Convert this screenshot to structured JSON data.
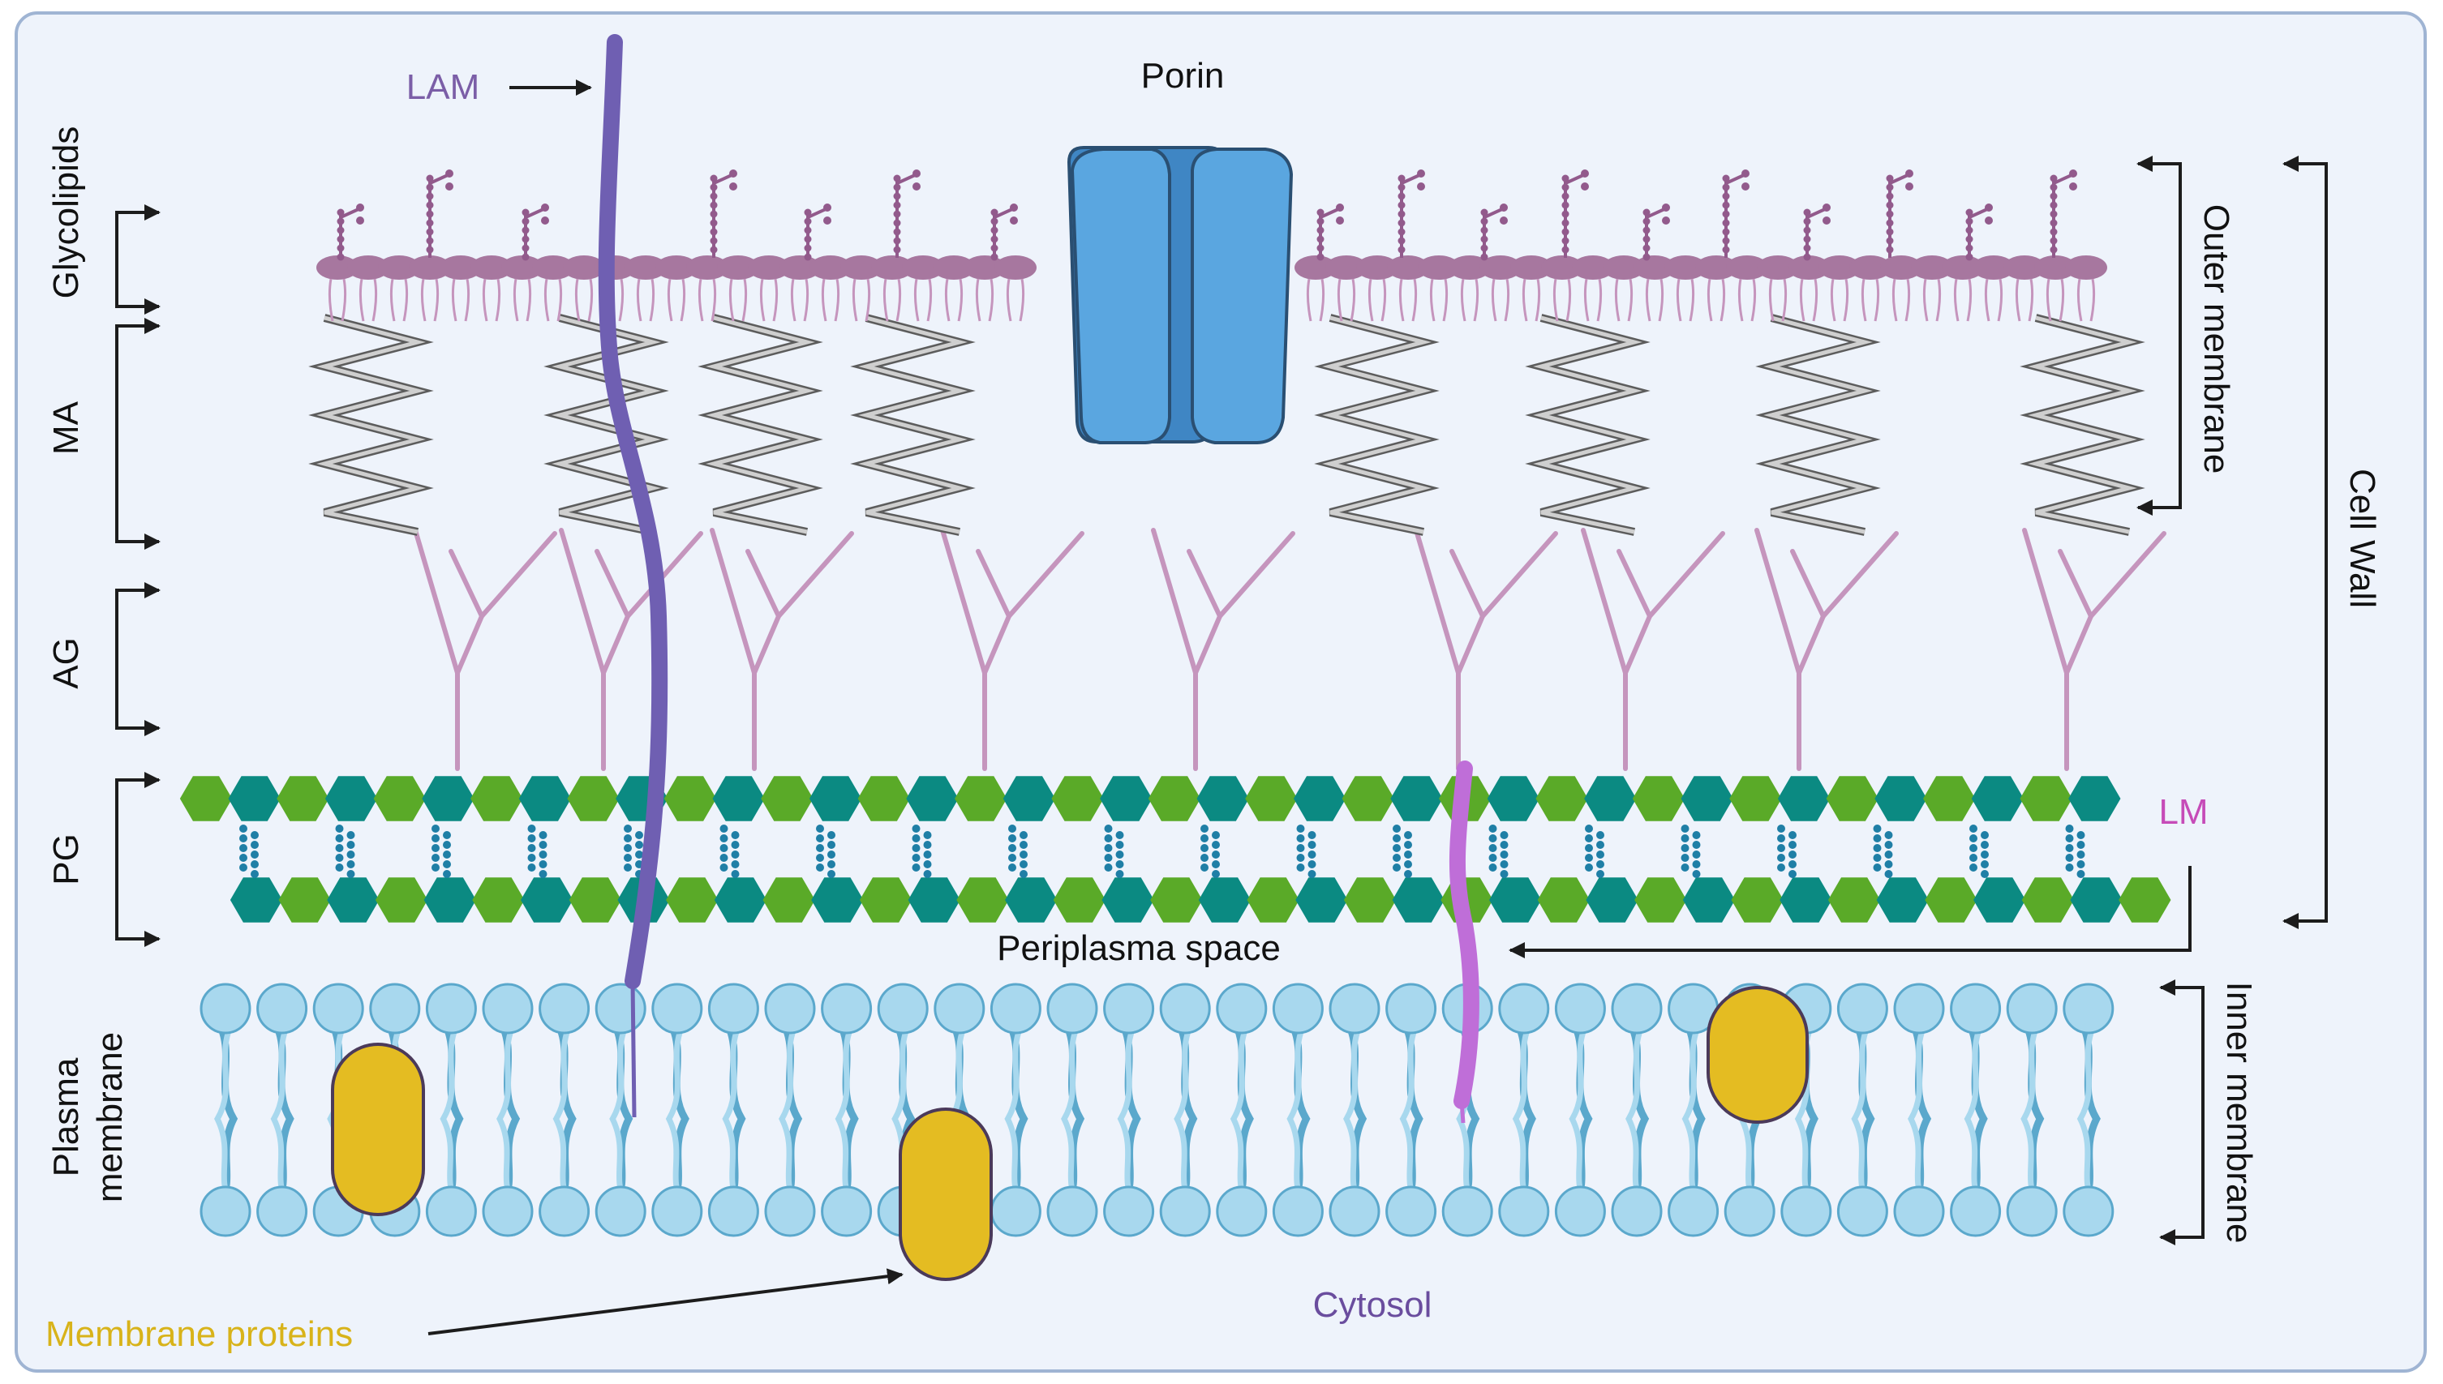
{
  "labels": {
    "lam": "LAM",
    "porin": "Porin",
    "glycolipids": "Glycolipids",
    "ma": "MA",
    "ag": "AG",
    "pg": "PG",
    "plasma_membrane_line1": "Plasma",
    "plasma_membrane_line2": "membrane",
    "outer_membrane": "Outer membrane",
    "cell_wall": "Cell Wall",
    "inner_membrane": "Inner membrane",
    "lm": "LM",
    "periplasma_space": "Periplasma space",
    "cytosol": "Cytosol",
    "membrane_proteins": "Membrane proteins"
  },
  "colors": {
    "background": "#eef3fb",
    "frame": "#9fb4d3",
    "lam": "#6f5fb2",
    "lam_label": "#7b5ea7",
    "lm": "#bf6ed8",
    "lm_label": "#c64bb8",
    "glycolipid": "#a7779f",
    "glycolipid_head": "#925a8c",
    "mycolic_acid": "#8e8e8e",
    "arabinogalactan": "#c595bd",
    "pg_green": "#5aaa28",
    "pg_teal": "#0b8a82",
    "pg_crosslink": "#1f7fa6",
    "porin": "#5aa6e0",
    "porin_outline": "#2a4f72",
    "lipid": "#a8d8ee",
    "lipid_outline": "#5ba8cc",
    "protein": "#e4bc22",
    "protein_outline": "#4b3a5a",
    "membrane_proteins_label": "#d8b31a",
    "cytosol_label": "#6a4d9e",
    "arrow": "#1c1c1c"
  }
}
